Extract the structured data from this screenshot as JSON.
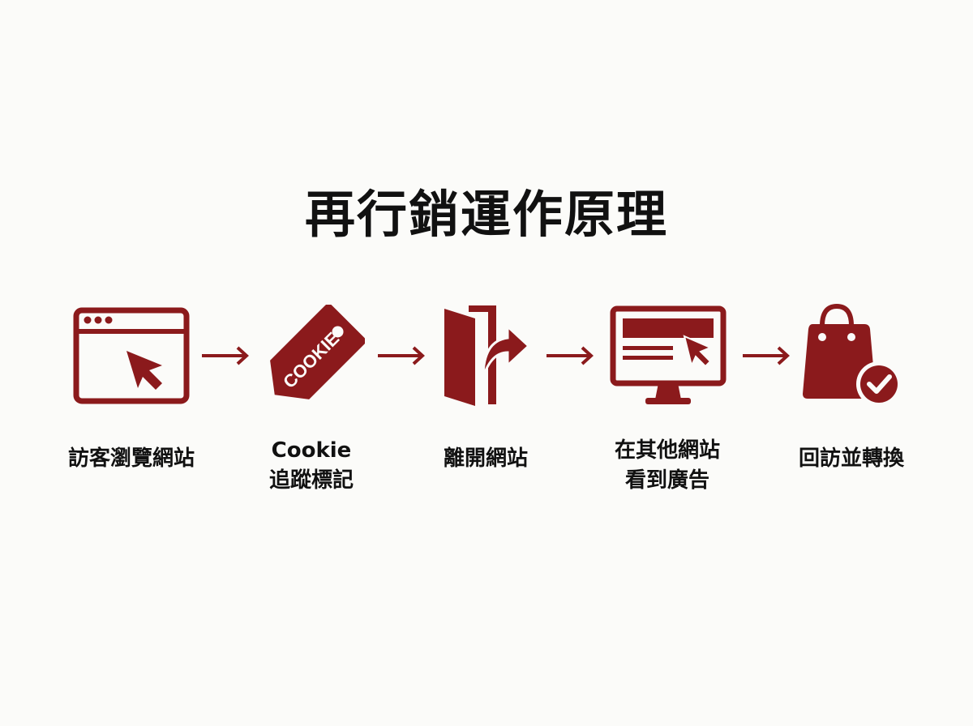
{
  "title": "再行銷運作原理",
  "colors": {
    "accent": "#8b1a1c",
    "background": "#fbfbf9",
    "text": "#111111"
  },
  "steps": [
    {
      "icon": "browser-window-cursor-icon",
      "lines": [
        "訪客瀏覽網站"
      ]
    },
    {
      "icon": "cookie-tag-icon",
      "tag_text": "COOKIE",
      "lines": [
        "Cookie",
        "追蹤標記"
      ]
    },
    {
      "icon": "exit-door-icon",
      "lines": [
        "離開網站"
      ]
    },
    {
      "icon": "monitor-ad-icon",
      "lines": [
        "在其他網站",
        "看到廣告"
      ]
    },
    {
      "icon": "shopping-bag-check-icon",
      "lines": [
        "回訪並轉換"
      ]
    }
  ],
  "connector_icon": "arrow-right-icon"
}
